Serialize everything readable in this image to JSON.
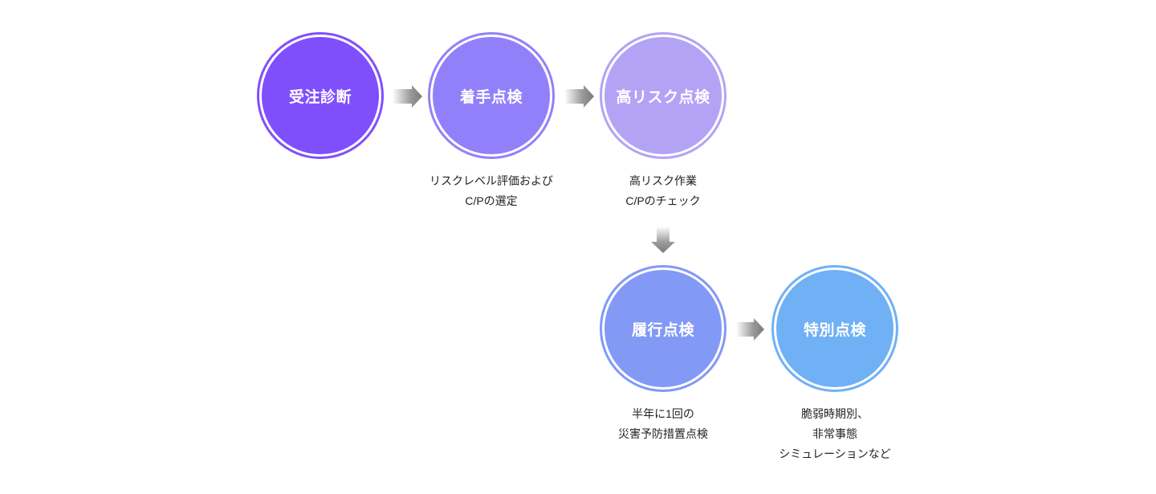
{
  "diagram": {
    "type": "process-flow",
    "steps": [
      {
        "id": "s1",
        "title": "受注診断",
        "color": "#7f4ffc",
        "description": []
      },
      {
        "id": "s2",
        "title": "着手点検",
        "color": "#9280fb",
        "description": [
          "リスクレベル評価および",
          "C/Pの選定"
        ]
      },
      {
        "id": "s3",
        "title": "高リスク点検",
        "color": "#b3a3f5",
        "description": [
          "高リスク作業",
          "C/Pのチェック"
        ]
      },
      {
        "id": "s4",
        "title": "履行点検",
        "color": "#8299f5",
        "description": [
          "半年に1回の",
          "災害予防措置点検"
        ]
      },
      {
        "id": "s5",
        "title": "特別点検",
        "color": "#70b0f5",
        "description": [
          "脆弱時期別、",
          "非常事態",
          "シミュレーションなど"
        ]
      }
    ],
    "connections": [
      {
        "from": "受注診断",
        "to": "着手点検",
        "direction": "right"
      },
      {
        "from": "着手点検",
        "to": "高リスク点検",
        "direction": "right"
      },
      {
        "from": "高リスク点検",
        "to": "履行点検",
        "direction": "down"
      },
      {
        "from": "履行点検",
        "to": "特別点検",
        "direction": "right"
      }
    ],
    "arrow_color": "#888888"
  }
}
